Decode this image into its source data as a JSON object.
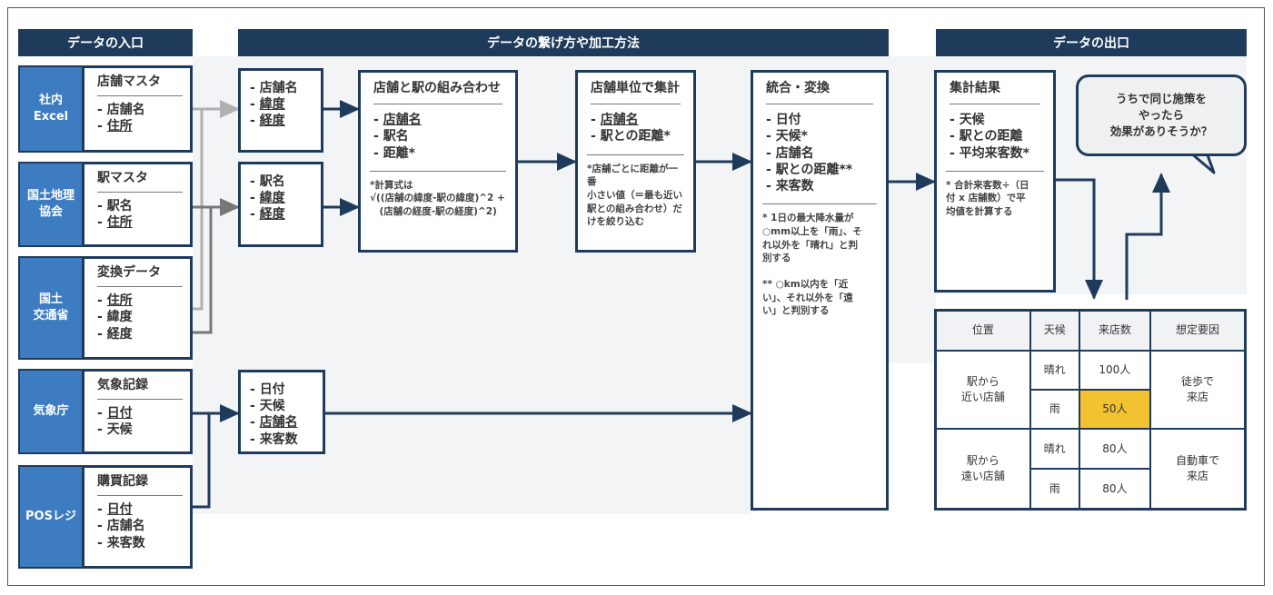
{
  "headers": {
    "input": "データの入口",
    "process": "データの繋げ方や加工方法",
    "output": "データの出口"
  },
  "sources": [
    {
      "org": "社内\nExcel",
      "title": "店舗マスタ",
      "items": [
        {
          "text": "店舗名",
          "u": false
        },
        {
          "text": "住所",
          "u": true
        }
      ]
    },
    {
      "org": "国土地理\n協会",
      "title": "駅マスタ",
      "items": [
        {
          "text": "駅名",
          "u": false
        },
        {
          "text": "住所",
          "u": true
        }
      ]
    },
    {
      "org": "国土\n交通省",
      "title": "変換データ",
      "items": [
        {
          "text": "住所",
          "u": true
        },
        {
          "text": "緯度",
          "u": false
        },
        {
          "text": "経度",
          "u": false
        }
      ]
    },
    {
      "org": "気象庁",
      "title": "気象記録",
      "items": [
        {
          "text": "日付",
          "u": true
        },
        {
          "text": "天候",
          "u": false
        }
      ]
    },
    {
      "org": "POSレジ",
      "title": "購買記録",
      "items": [
        {
          "text": "日付",
          "u": true
        },
        {
          "text": "店舗名",
          "u": false
        },
        {
          "text": "来客数",
          "u": false
        }
      ]
    }
  ],
  "intermediate": [
    {
      "items": [
        {
          "text": "店舗名",
          "u": false
        },
        {
          "text": "緯度",
          "u": true
        },
        {
          "text": "経度",
          "u": true
        }
      ]
    },
    {
      "items": [
        {
          "text": "駅名",
          "u": false
        },
        {
          "text": "緯度",
          "u": true
        },
        {
          "text": "経度",
          "u": true
        }
      ]
    },
    {
      "items": [
        {
          "text": "日付",
          "u": false
        },
        {
          "text": "天候",
          "u": false
        },
        {
          "text": "店舗名",
          "u": true
        },
        {
          "text": "来客数",
          "u": false
        }
      ]
    }
  ],
  "steps": [
    {
      "title": "店舗と駅の組み合わせ",
      "items": [
        {
          "text": "店舗名",
          "u": true
        },
        {
          "text": "駅名",
          "u": false
        },
        {
          "text": "距離*",
          "u": false
        }
      ],
      "note": "*計算式は\n√((店舗の緯度-駅の緯度)^2 +\n　(店舗の経度-駅の経度)^2)"
    },
    {
      "title": "店舗単位で集計",
      "items": [
        {
          "text": "店舗名",
          "u": true
        },
        {
          "text": "駅との距離*",
          "u": false
        }
      ],
      "note": "*店舗ごとに距離が一番\n小さい値（＝最も近い\n駅との組み合わせ）だ\nけを絞り込む"
    },
    {
      "title": "統合・変換",
      "items": [
        {
          "text": "日付",
          "u": false
        },
        {
          "text": "天候*",
          "u": false
        },
        {
          "text": "店舗名",
          "u": false
        },
        {
          "text": "駅との距離**",
          "u": false
        },
        {
          "text": "来客数",
          "u": false
        }
      ],
      "note": "* 1日の最大降水量が\n○mm以上を「雨」、そ\nれ以外を「晴れ」と判\n別する",
      "note2": "** ○km以内を「近\nい」、それ以外を「遠\nい」と判別する"
    },
    {
      "title": "集計結果",
      "items": [
        {
          "text": "天候",
          "u": false
        },
        {
          "text": "駅との距離",
          "u": false
        },
        {
          "text": "平均来客数*",
          "u": false
        }
      ],
      "note": "* 合計来客数÷（日\n付 x 店舗数）で平\n均値を計算する"
    }
  ],
  "bubble": "うちで同じ施策を\nやったら\n効果がありそうか？",
  "table": {
    "columns": [
      "位置",
      "天候",
      "来店数",
      "想定要因"
    ],
    "rows": [
      {
        "position": "駅から\n近い店舗",
        "factor": "徒歩で\n来店",
        "sub": [
          {
            "weather": "晴れ",
            "count": "100人"
          },
          {
            "weather": "雨",
            "count": "50人"
          }
        ]
      },
      {
        "position": "駅から\n遠い店舗",
        "factor": "自動車で\n来店",
        "sub": [
          {
            "weather": "晴れ",
            "count": "80人"
          },
          {
            "weather": "雨",
            "count": "80人"
          }
        ]
      }
    ],
    "highlight_color": "#f2c230"
  },
  "colors": {
    "navy": "#1f3b5c",
    "source_blue": "#3d7cc0",
    "gray_arrow": "#a6a6a6"
  }
}
